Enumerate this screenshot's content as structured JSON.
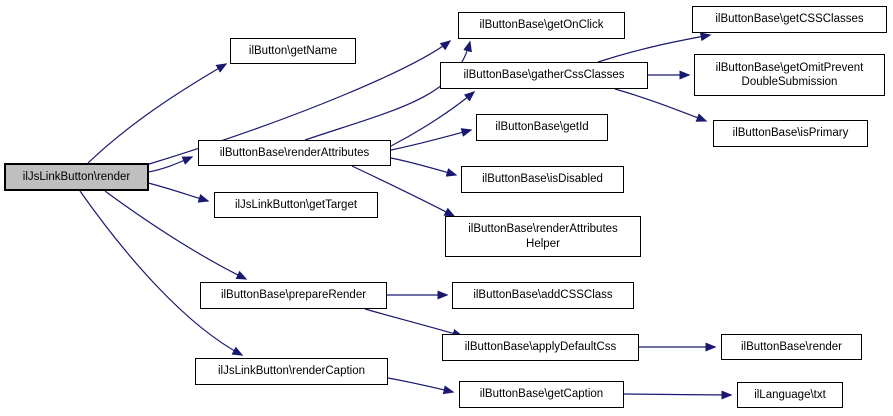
{
  "diagram": {
    "type": "call-graph",
    "root_function": "ilJsLinkButton\\render",
    "colors": {
      "edge": "#191970",
      "node_fill": "#ffffff",
      "node_border": "#000000",
      "root_fill": "#bfbfbf",
      "background": "#ffffff"
    }
  },
  "nodes": {
    "render": {
      "label": "ilJsLinkButton\\render"
    },
    "getName": {
      "label": "ilButton\\getName"
    },
    "getOnClick": {
      "label": "ilButtonBase\\getOnClick"
    },
    "gatherCssClasses": {
      "label": "ilButtonBase\\gatherCssClasses"
    },
    "getCSSClasses": {
      "label": "ilButtonBase\\getCSSClasses"
    },
    "getOmitPreventDoubleSubmission": {
      "label": "ilButtonBase\\getOmitPrevent\nDoubleSubmission"
    },
    "isPrimary": {
      "label": "ilButtonBase\\isPrimary"
    },
    "renderAttributes": {
      "label": "ilButtonBase\\renderAttributes"
    },
    "getId": {
      "label": "ilButtonBase\\getId"
    },
    "isDisabled": {
      "label": "ilButtonBase\\isDisabled"
    },
    "renderAttributesHelper": {
      "label": "ilButtonBase\\renderAttributes\nHelper"
    },
    "getTarget": {
      "label": "ilJsLinkButton\\getTarget"
    },
    "prepareRender": {
      "label": "ilButtonBase\\prepareRender"
    },
    "addCSSClass": {
      "label": "ilButtonBase\\addCSSClass"
    },
    "applyDefaultCss": {
      "label": "ilButtonBase\\applyDefaultCss"
    },
    "renderBase": {
      "label": "ilButtonBase\\render"
    },
    "renderCaption": {
      "label": "ilJsLinkButton\\renderCaption"
    },
    "getCaption": {
      "label": "ilButtonBase\\getCaption"
    },
    "txt": {
      "label": "ilLanguage\\txt"
    }
  },
  "edges": [
    {
      "from": "ilJsLinkButton\\render",
      "to": "ilButton\\getName"
    },
    {
      "from": "ilJsLinkButton\\render",
      "to": "ilButtonBase\\getOnClick"
    },
    {
      "from": "ilJsLinkButton\\render",
      "to": "ilButtonBase\\renderAttributes"
    },
    {
      "from": "ilJsLinkButton\\render",
      "to": "ilJsLinkButton\\getTarget"
    },
    {
      "from": "ilJsLinkButton\\render",
      "to": "ilButtonBase\\prepareRender"
    },
    {
      "from": "ilJsLinkButton\\render",
      "to": "ilJsLinkButton\\renderCaption"
    },
    {
      "from": "ilButtonBase\\renderAttributes",
      "to": "ilButtonBase\\getOnClick"
    },
    {
      "from": "ilButtonBase\\renderAttributes",
      "to": "ilButtonBase\\gatherCssClasses"
    },
    {
      "from": "ilButtonBase\\renderAttributes",
      "to": "ilButtonBase\\getId"
    },
    {
      "from": "ilButtonBase\\renderAttributes",
      "to": "ilButtonBase\\isDisabled"
    },
    {
      "from": "ilButtonBase\\renderAttributes",
      "to": "ilButtonBase\\renderAttributesHelper"
    },
    {
      "from": "ilButtonBase\\gatherCssClasses",
      "to": "ilButtonBase\\getCSSClasses"
    },
    {
      "from": "ilButtonBase\\gatherCssClasses",
      "to": "ilButtonBase\\getOmitPreventDoubleSubmission"
    },
    {
      "from": "ilButtonBase\\gatherCssClasses",
      "to": "ilButtonBase\\isPrimary"
    },
    {
      "from": "ilButtonBase\\prepareRender",
      "to": "ilButtonBase\\addCSSClass"
    },
    {
      "from": "ilButtonBase\\prepareRender",
      "to": "ilButtonBase\\applyDefaultCss"
    },
    {
      "from": "ilButtonBase\\applyDefaultCss",
      "to": "ilButtonBase\\render"
    },
    {
      "from": "ilJsLinkButton\\renderCaption",
      "to": "ilButtonBase\\getCaption"
    },
    {
      "from": "ilButtonBase\\getCaption",
      "to": "ilLanguage\\txt"
    }
  ]
}
